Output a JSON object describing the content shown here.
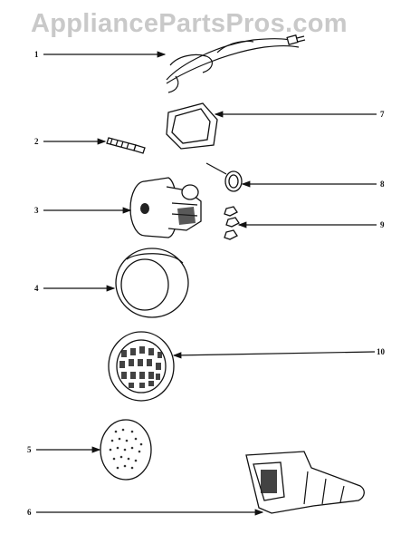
{
  "watermark": "AppliancePartsPros.com",
  "callouts": {
    "p1": "1",
    "p2": "2",
    "p3": "3",
    "p4": "4",
    "p5": "5",
    "p6": "6",
    "p7": "7",
    "p8": "8",
    "p9": "9",
    "p10": "10"
  }
}
